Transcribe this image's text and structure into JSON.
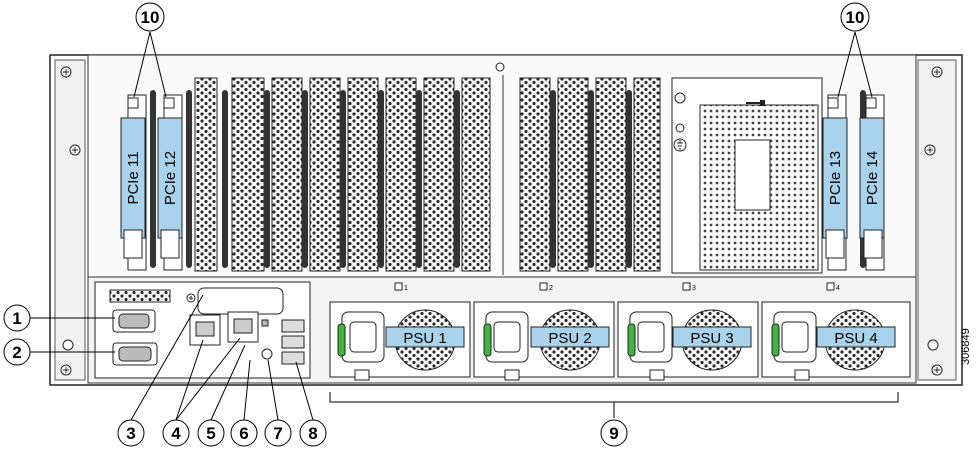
{
  "pcie_slots": [
    "PCIe 11",
    "PCIe 12",
    "PCIe 13",
    "PCIe 14"
  ],
  "psus": [
    "PSU 1",
    "PSU 2",
    "PSU 3",
    "PSU 4"
  ],
  "psu_bay_numbers": [
    "1",
    "2",
    "3",
    "4"
  ],
  "callouts": {
    "c1": "1",
    "c2": "2",
    "c3": "3",
    "c4": "4",
    "c5": "5",
    "c6": "6",
    "c7": "7",
    "c8": "8",
    "c9": "9",
    "c10a": "10",
    "c10b": "10"
  },
  "figure_id": "306849",
  "colors": {
    "pcie_fill": "#a9d3ec",
    "psu_fill": "#a9d3ec",
    "power_led": "#3fb63f",
    "outline": "#1a1a1a",
    "panel_gray": "#d9d9d9"
  }
}
